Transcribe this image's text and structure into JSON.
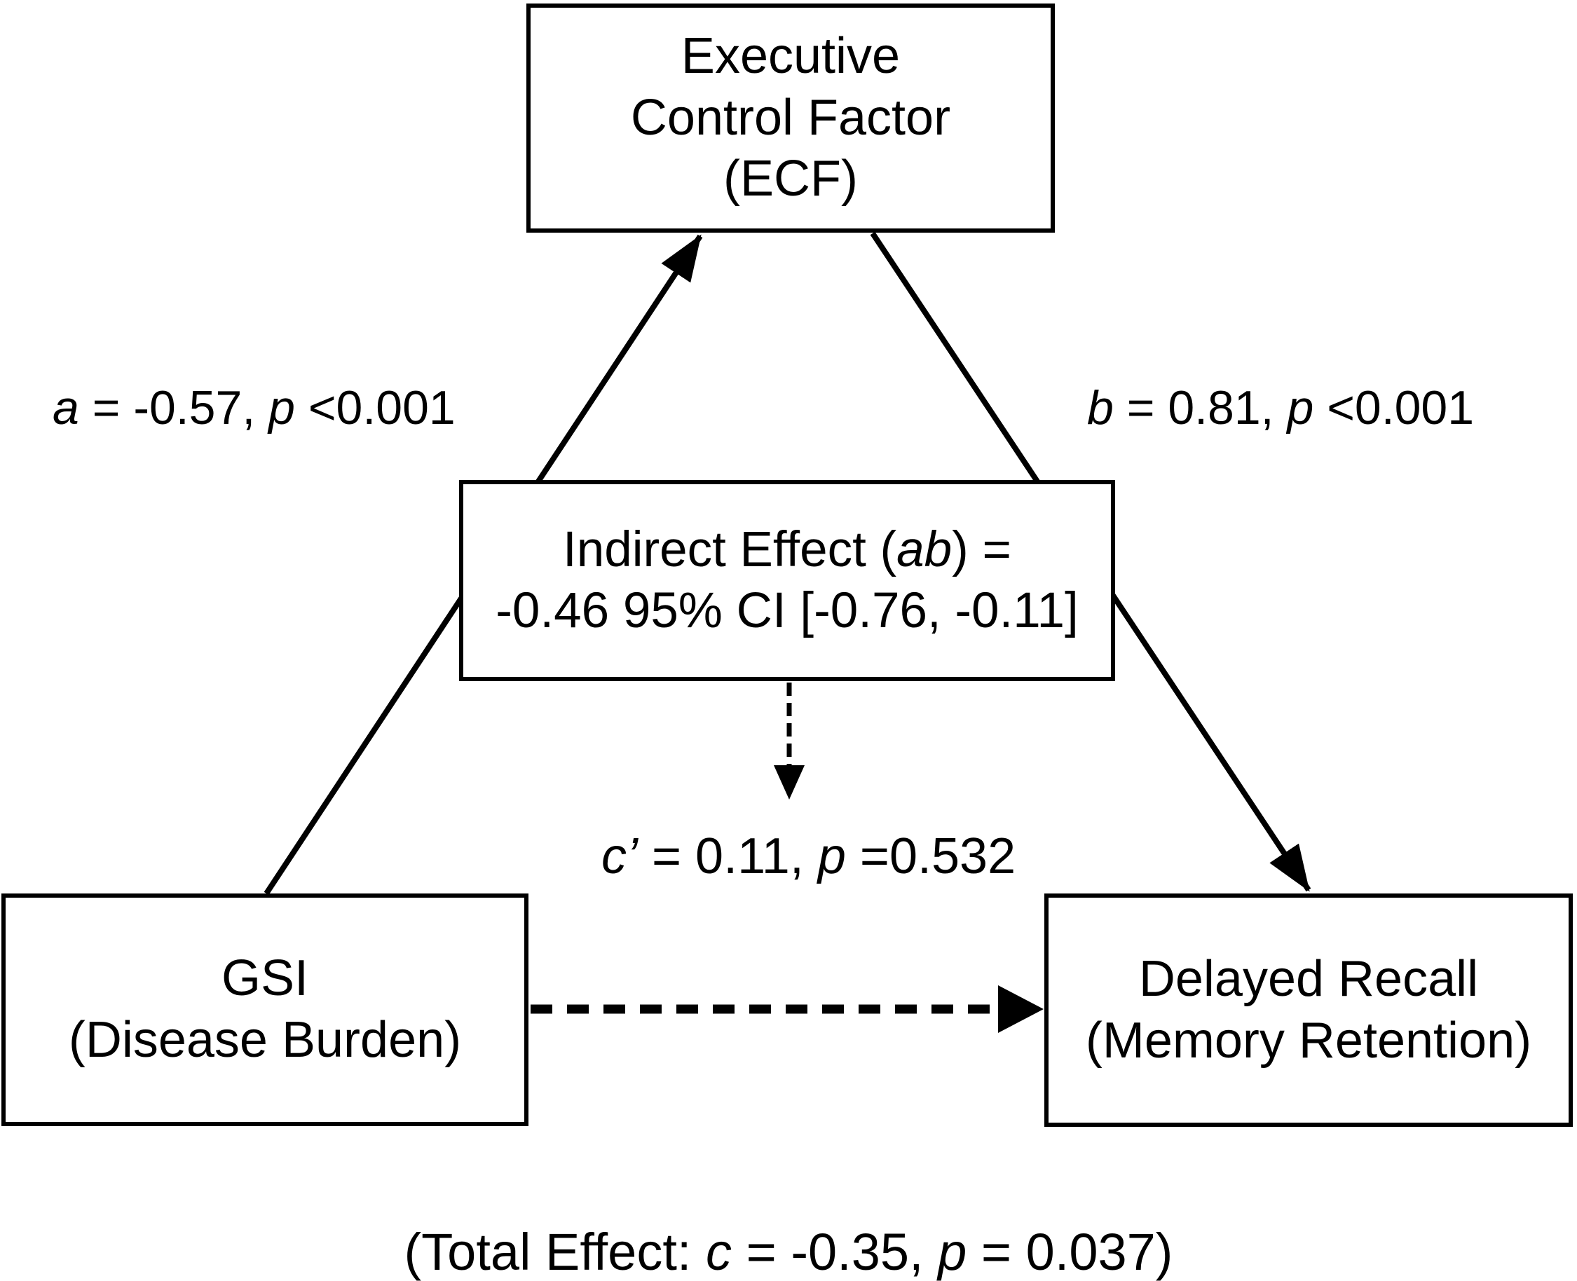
{
  "figure": {
    "background_color": "#ffffff",
    "ink_color": "#000000",
    "boxes": {
      "ecf": {
        "line1": "Executive",
        "line2": "Control Factor",
        "line3": "(ECF)"
      },
      "indirect": {
        "line1_pre": "Indirect Effect (",
        "line1_var": "ab",
        "line1_post": ") =",
        "line2": "-0.46 95% CI [-0.76, -0.11]"
      },
      "gsi": {
        "line1": "GSI",
        "line2": "(Disease Burden)"
      },
      "recall": {
        "line1": "Delayed Recall",
        "line2": "(Memory Retention)"
      }
    },
    "path_labels": {
      "a": {
        "var": "a",
        "mid": " = -0.57, ",
        "p": "p",
        "tail": " <0.001"
      },
      "b": {
        "var": "b",
        "mid": " = 0.81, ",
        "p": "p",
        "tail": " <0.001"
      },
      "c_prime": {
        "var": "c’",
        "mid": " = 0.11, ",
        "p": "p",
        "tail": " =0.532"
      },
      "total": {
        "pre": "(Total Effect: ",
        "var": "c",
        "mid": " = -0.35, ",
        "p": "p",
        "tail": " = 0.037)"
      }
    }
  }
}
